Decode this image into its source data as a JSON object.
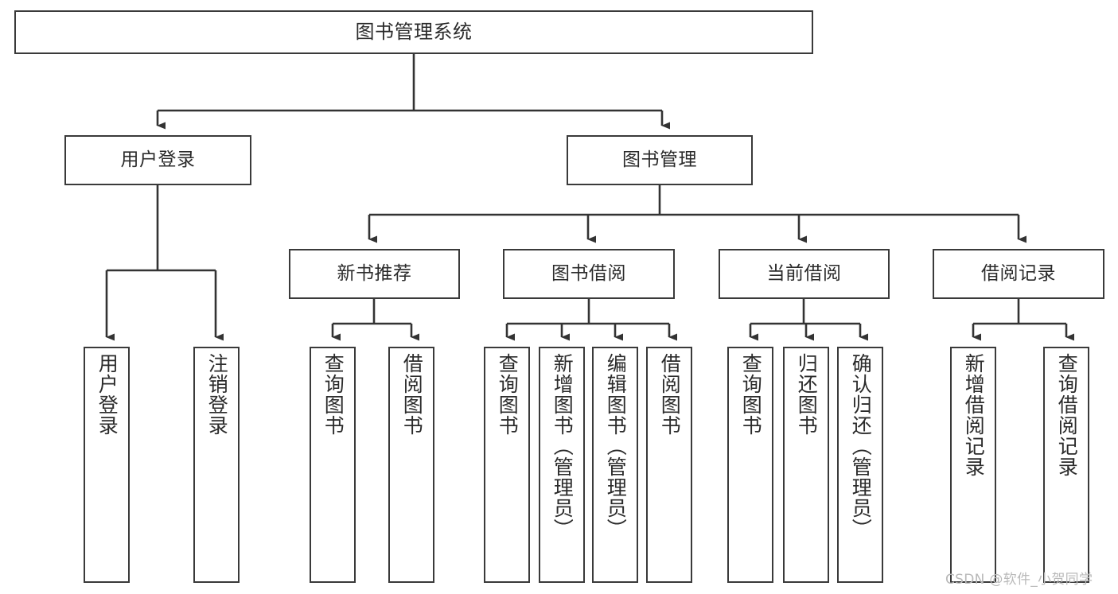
{
  "diagram": {
    "title": "图书管理系统",
    "type": "tree-hierarchy-chart",
    "orientation": "top-down",
    "colors": {
      "node_border": "#3a3a3a",
      "node_fill": "#ffffff",
      "edge": "#333333",
      "text": "#2b2b2b",
      "watermark": "#b9b9b9",
      "background": "#ffffff"
    },
    "watermark": "CSDN @软件_小贺同学",
    "nodes": {
      "root": {
        "label": "图书管理系统"
      },
      "level2": [
        {
          "label": "用户登录"
        },
        {
          "label": "图书管理"
        }
      ],
      "level3": [
        {
          "label": "新书推荐"
        },
        {
          "label": "图书借阅"
        },
        {
          "label": "当前借阅"
        },
        {
          "label": "借阅记录"
        }
      ],
      "leaves": {
        "user_login": [
          {
            "label": "用户登录"
          },
          {
            "label": "注销登录"
          }
        ],
        "new_book_recommend": [
          {
            "label": "查询图书"
          },
          {
            "label": "借阅图书"
          }
        ],
        "book_borrow": [
          {
            "label": "查询图书"
          },
          {
            "label": "新增图书（管理员）"
          },
          {
            "label": "编辑图书（管理员）"
          },
          {
            "label": "借阅图书"
          }
        ],
        "current_borrow": [
          {
            "label": "查询图书"
          },
          {
            "label": "归还图书"
          },
          {
            "label": "确认归还（管理员）"
          }
        ],
        "borrow_record": [
          {
            "label": "新增借阅记录"
          },
          {
            "label": "查询借阅记录"
          }
        ]
      }
    }
  }
}
